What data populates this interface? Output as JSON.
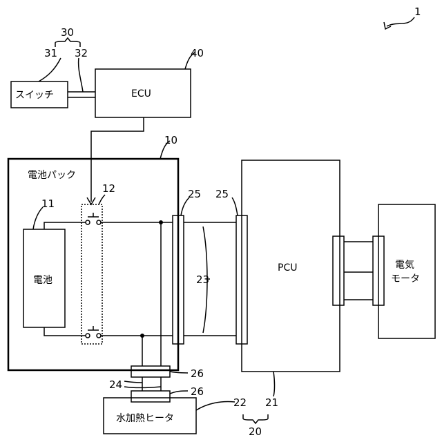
{
  "figure_number": "1",
  "blocks": {
    "switch": "スイッチ",
    "ecu": "ECU",
    "battery_pack": "電池パック",
    "battery": "電池",
    "pcu": "PCU",
    "motor_line1": "電気",
    "motor_line2": "モータ",
    "heater": "水加熱ヒータ"
  },
  "refs": {
    "r30": "30",
    "r31": "31",
    "r32": "32",
    "r40": "40",
    "r10": "10",
    "r12": "12",
    "r11": "11",
    "r25a": "25",
    "r25b": "25",
    "r23": "23",
    "r26a": "26",
    "r26b": "26",
    "r24": "24",
    "r22": "22",
    "r21": "21",
    "r20": "20"
  }
}
